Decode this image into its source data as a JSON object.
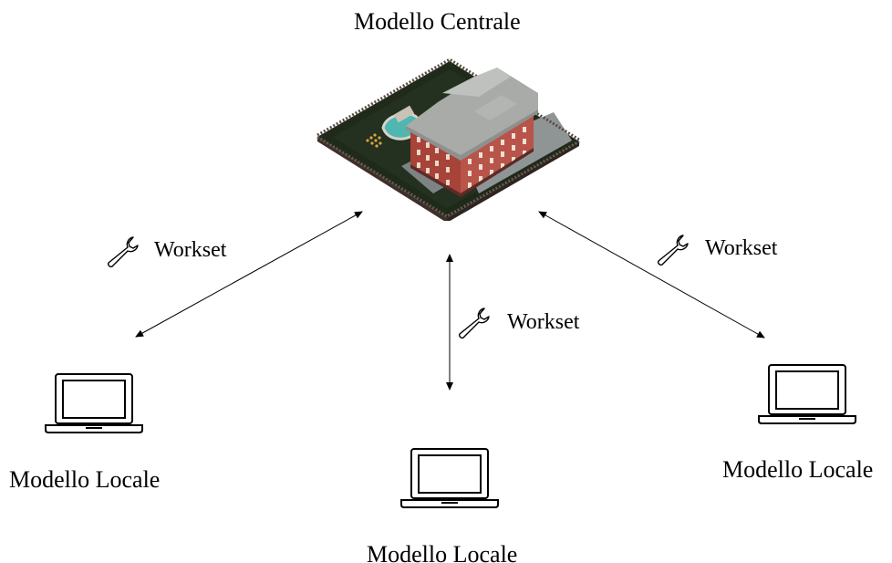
{
  "central_model": {
    "label": "Modello Centrale",
    "icon": "building-site-icon"
  },
  "local_models": [
    {
      "label": "Modello Locale",
      "icon": "laptop-icon"
    },
    {
      "label": "Modello Locale",
      "icon": "laptop-icon"
    },
    {
      "label": "Modello Locale",
      "icon": "laptop-icon"
    }
  ],
  "connections": [
    {
      "label": "Workset",
      "icon": "wrench-icon",
      "direction": "bidirectional"
    },
    {
      "label": "Workset",
      "icon": "wrench-icon",
      "direction": "bidirectional"
    },
    {
      "label": "Workset",
      "icon": "wrench-icon",
      "direction": "bidirectional"
    }
  ],
  "colors": {
    "lawn": "#1f2a1b",
    "brick": "#b1473c",
    "roof": "#a9aba8",
    "pool": "#4fb6b0",
    "path": "#8f9595",
    "fence": "#5a4a42",
    "line": "#000000"
  }
}
